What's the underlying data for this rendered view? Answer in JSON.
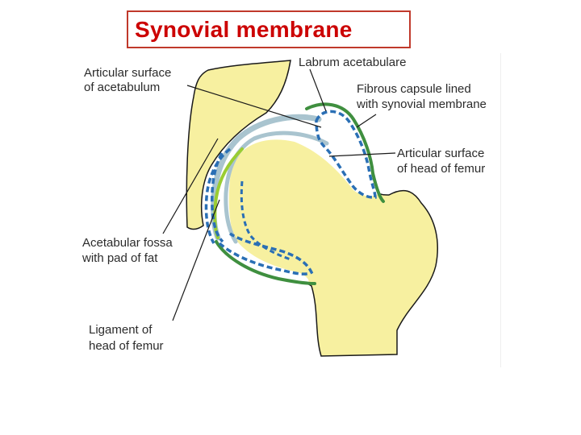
{
  "title": "Synovial membrane",
  "labels": {
    "articular_surface_acetabulum": [
      "Articular surface",
      "of acetabulum"
    ],
    "labrum": "Labrum acetabulare",
    "fibrous_capsule": [
      "Fibrous capsule lined",
      "with synovial membrane"
    ],
    "articular_surface_femur": [
      "Articular surface",
      "of head of femur"
    ],
    "acetabular_fossa": [
      "Acetabular fossa",
      "with pad of fat"
    ],
    "ligament": [
      "Ligament of",
      "head of femur"
    ]
  },
  "colors": {
    "title": "#cc0000",
    "title_border": "#c0392b",
    "bone": "#f7f0a0",
    "bone_outline": "#1a1a1a",
    "capsule": "#3f8f3f",
    "synovial": "#2a6fb5",
    "cartilage": "#a9c4cf",
    "ligament": "#9acd32"
  }
}
